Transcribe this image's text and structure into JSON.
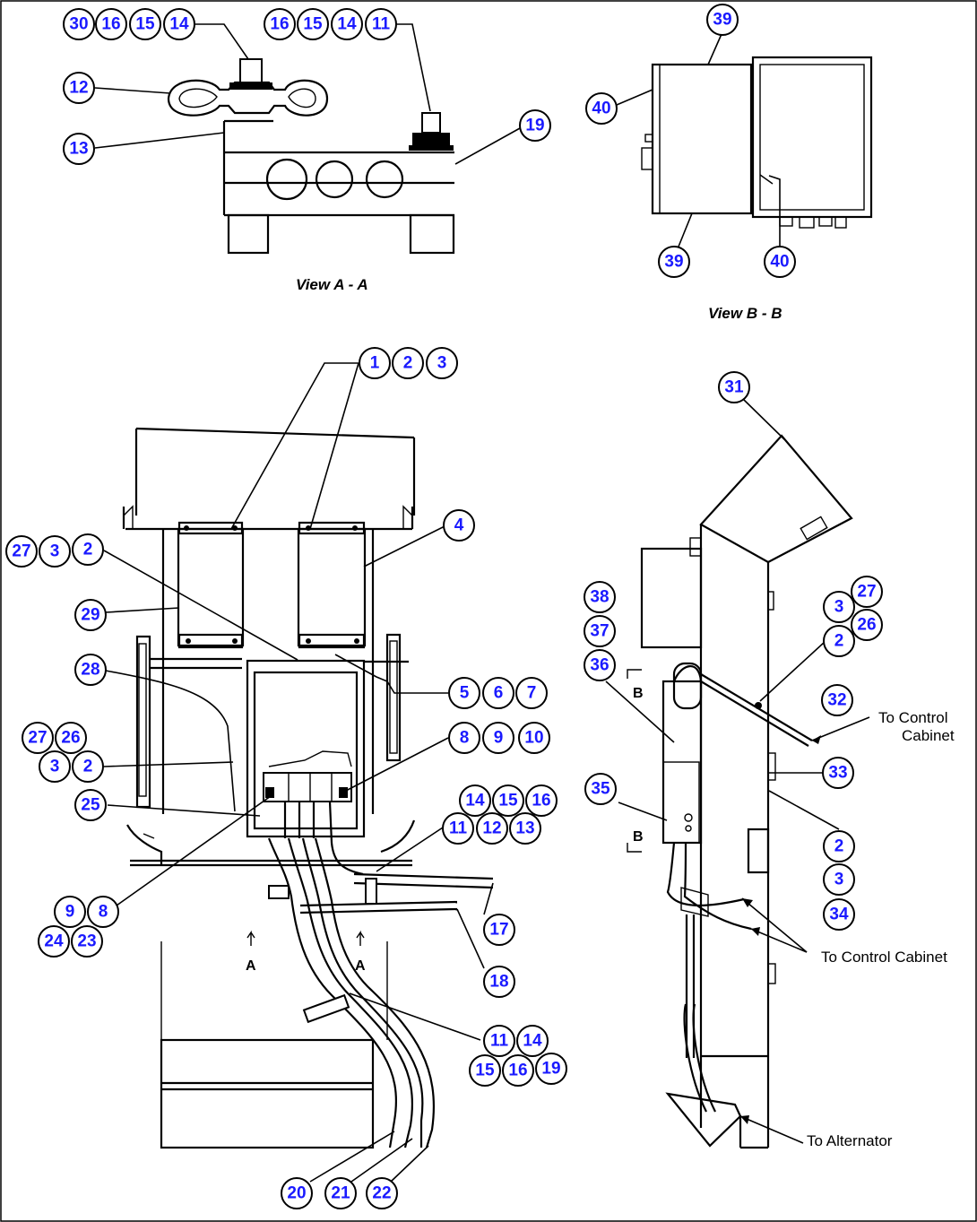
{
  "views": {
    "view_a": "View A - A",
    "view_b": "View B - B"
  },
  "callouts": {
    "c30": "30",
    "c16a": "16",
    "c15a": "15",
    "c14a": "14",
    "c16b": "16",
    "c15b": "15",
    "c14b": "14",
    "c11a": "11",
    "c12a": "12",
    "c13a": "13",
    "c19a": "19",
    "c39a": "39",
    "c40a": "40",
    "c39b": "39",
    "c40b": "40",
    "c1": "1",
    "c2a": "2",
    "c3a": "3",
    "c27a": "27",
    "c3b": "3",
    "c2b": "2",
    "c4": "4",
    "c29": "29",
    "c28": "28",
    "c5": "5",
    "c6": "6",
    "c7": "7",
    "c27b": "27",
    "c26a": "26",
    "c3c": "3",
    "c2c": "2",
    "c8a": "8",
    "c9a": "9",
    "c10": "10",
    "c25": "25",
    "c14c": "14",
    "c15c": "15",
    "c16c": "16",
    "c11b": "11",
    "c12b": "12",
    "c13b": "13",
    "c9b": "9",
    "c8b": "8",
    "c24": "24",
    "c23": "23",
    "c17": "17",
    "c18": "18",
    "c11c": "11",
    "c14d": "14",
    "c15d": "15",
    "c16d": "16",
    "c19b": "19",
    "c20": "20",
    "c21": "21",
    "c22": "22",
    "c31": "31",
    "c38": "38",
    "c37": "37",
    "c36": "36",
    "c3d": "3",
    "c27c": "27",
    "c26b": "26",
    "c2d": "2",
    "c32": "32",
    "c33": "33",
    "c35": "35",
    "c2e": "2",
    "c3e": "3",
    "c34": "34"
  },
  "labels": {
    "to_control_cabinet_1_line1": "To Control",
    "to_control_cabinet_1_line2": "Cabinet",
    "to_control_cabinet_2": "To Control Cabinet",
    "to_alternator": "To Alternator"
  },
  "section_marks": {
    "a_left": "A",
    "a_right": "A",
    "b_top": "B",
    "b_bottom": "B"
  }
}
